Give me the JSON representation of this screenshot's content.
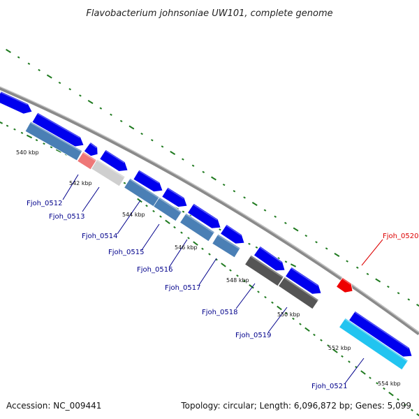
{
  "title": "Flavobacterium johnsoniae UW101, complete genome",
  "footer": {
    "accession": "Accession: NC_009441",
    "topology": "Topology: circular; Length: 6,096,872 bp; Genes: 5,099"
  },
  "colors": {
    "backbone": "#8a8a8a",
    "tick": "#1f7a1f",
    "forward_gene": "#0000ee",
    "steel_gene": "#4a7fb5",
    "pink_gene": "#ee7777",
    "light_gene": "#cfcfcf",
    "dark_gene": "#555555",
    "cyan_gene": "#22c4f0",
    "red_gene": "#ee0000",
    "label_blue": "#00008b",
    "label_red": "#dd0000"
  },
  "kbp_labels": [
    "540 kbp",
    "542 kbp",
    "544 kbp",
    "546 kbp",
    "548 kbp",
    "550 kbp",
    "552 kbp",
    "554 kbp"
  ],
  "gene_labels": [
    {
      "text": "Fjoh_0512",
      "color": "blue"
    },
    {
      "text": "Fjoh_0513",
      "color": "blue"
    },
    {
      "text": "Fjoh_0514",
      "color": "blue"
    },
    {
      "text": "Fjoh_0515",
      "color": "blue"
    },
    {
      "text": "Fjoh_0516",
      "color": "blue"
    },
    {
      "text": "Fjoh_0517",
      "color": "blue"
    },
    {
      "text": "Fjoh_0518",
      "color": "blue"
    },
    {
      "text": "Fjoh_0519",
      "color": "blue"
    },
    {
      "text": "Fjoh_0520",
      "color": "red"
    },
    {
      "text": "Fjoh_0521",
      "color": "blue"
    }
  ]
}
